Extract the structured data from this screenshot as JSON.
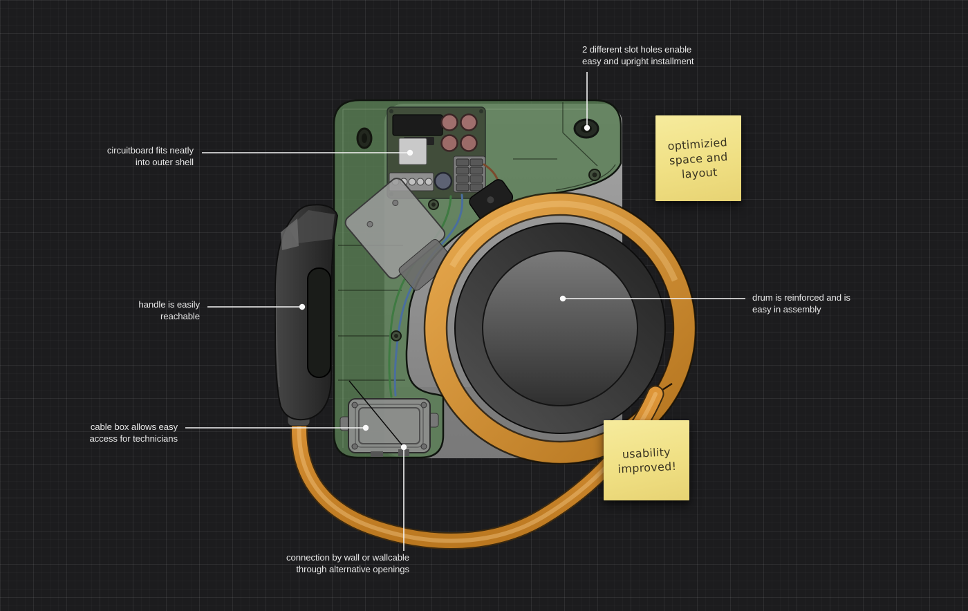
{
  "labels": {
    "slot_holes": [
      "2 different slot holes enable",
      "easy and upright installment"
    ],
    "circuitboard": [
      "circuitboard fits neatly",
      "into outer shell"
    ],
    "handle": [
      "handle is easily",
      "reachable"
    ],
    "cable_box": [
      "cable box allows easy",
      "access for technicians"
    ],
    "connection": [
      "connection by wall or wallcable",
      "through alternative openings"
    ],
    "drum": [
      "drum is reinforced and is",
      "easy in assembly"
    ]
  },
  "sticky_notes": [
    {
      "lines": [
        "optimizied",
        "space and",
        "layout"
      ]
    },
    {
      "lines": [
        "usability",
        "improved!"
      ]
    }
  ],
  "colors": {
    "background": "#1c1c1e",
    "shell_green": "#597e54",
    "cable_orange": "#cf8630",
    "body_gray": "#929292",
    "note_yellow": "#f0e084",
    "label_text": "#e6e6e6"
  }
}
